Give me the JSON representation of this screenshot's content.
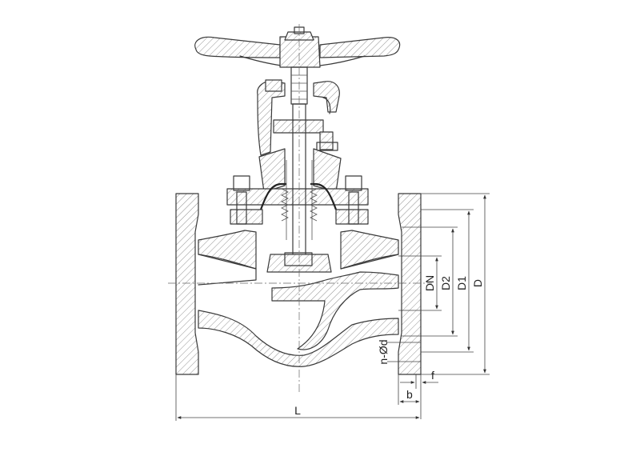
{
  "dimensions": {
    "dn": "DN",
    "d2": "D2",
    "d1": "D1",
    "d": "D",
    "nd": "n-Ød",
    "f": "f",
    "b": "b",
    "l": "L"
  },
  "colors": {
    "line": "#3a3a3a",
    "background": "#ffffff"
  }
}
